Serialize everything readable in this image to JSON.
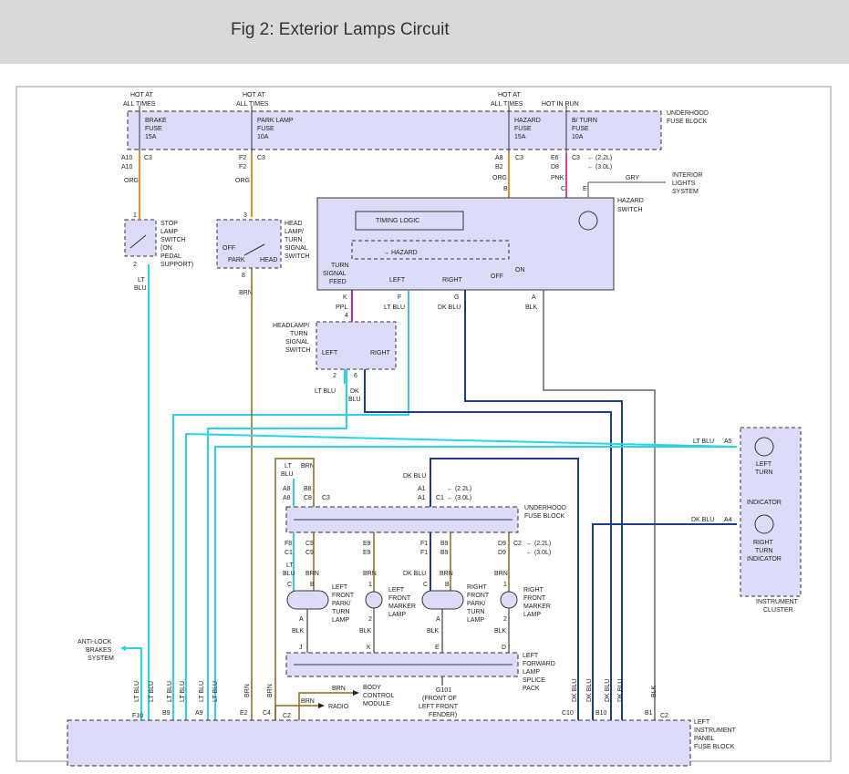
{
  "header": {
    "title": "Fig 2: Exterior Lamps Circuit"
  },
  "colors": {
    "box_fill": "#dcdcf8",
    "wire_org": "#f08c1e",
    "wire_ltblu": "#2ad4e8",
    "wire_dkblu": "#1a3aa0",
    "wire_brn": "#8a6a1a",
    "wire_blk": "#666666",
    "wire_pnk": "#e040a0",
    "wire_ppl": "#c020c0"
  },
  "fuse_block_top": {
    "label": "UNDERHOOD FUSE BLOCK",
    "feeds": [
      {
        "hot": "HOT AT ALL TIMES",
        "fuse": "BRAKE FUSE 15A",
        "pin1": "A10",
        "pin2": "A10",
        "conn": "C3",
        "wire": "ORG"
      },
      {
        "hot": "HOT AT ALL TIMES",
        "fuse": "PARK LAMP FUSE 10A",
        "pin1": "F2",
        "pin2": "F2",
        "conn": "C3",
        "wire": "ORG"
      },
      {
        "hot": "HOT AT ALL TIMES",
        "fuse": "HAZARD FUSE 15A",
        "pin1": "A8",
        "pin2": "B2",
        "conn": "C3",
        "wire": "ORG"
      },
      {
        "hot": "HOT IN RUN",
        "fuse": "B/ TURN FUSE 10A",
        "pin1": "E6",
        "pin2": "D8",
        "conn": "C3",
        "wire": "PNK"
      }
    ],
    "engine_notes": [
      "(2.2L)",
      "(3.0L)"
    ]
  },
  "stop_lamp": {
    "pin_in": "1",
    "pin_out": "2",
    "label": "STOP LAMP SWITCH (ON PEDAL SUPPORT)",
    "wire_out": "LT BLU"
  },
  "headlamp_switch": {
    "pin_in": "3",
    "pin_out": "8",
    "label": "HEAD LAMP/ TURN SIGNAL SWITCH",
    "off": "OFF",
    "park": "PARK",
    "head": "HEAD",
    "wire_out": "BRN"
  },
  "hazard": {
    "label": "HAZARD SWITCH",
    "timing": "TIMING LOGIC",
    "hazard": "HAZARD",
    "turn_feed": "TURN SIGNAL FEED",
    "left": "LEFT",
    "right": "RIGHT",
    "off": "OFF",
    "on": "ON",
    "pins_top": [
      "B",
      "C",
      "E"
    ],
    "gry": "GRY",
    "interior": "INTERIOR LIGHTS SYSTEM",
    "pins_bottom": [
      {
        "pin": "K",
        "wire": "PPL"
      },
      {
        "pin": "F",
        "wire": "LT BLU"
      },
      {
        "pin": "G",
        "wire": "DK BLU"
      },
      {
        "pin": "A",
        "wire": "BLK"
      }
    ]
  },
  "headlamp_turn": {
    "label": "HEADLAMP/ TURN SIGNAL SWITCH",
    "pin_in": "4",
    "left": "LEFT",
    "right": "RIGHT",
    "pin_l": "2",
    "pin_r": "6",
    "wire_l": "LT BLU",
    "wire_r": "DK BLU"
  },
  "cluster": {
    "label": "INSTRUMENT CLUSTER",
    "left_pin": "A5",
    "left_wire": "LT BLU",
    "left_label": "LEFT TURN",
    "indicator": "INDICATOR",
    "right_pin": "A4",
    "right_wire": "DK BLU",
    "right_label": "RIGHT TURN INDICATOR"
  },
  "fuse_block_mid": {
    "label": "UNDERHOOD FUSE BLOCK",
    "top_wires": [
      "LT BLU",
      "BRN",
      "DK BLU"
    ],
    "top_pins_left": [
      "A8",
      "A8",
      "B8",
      "C8",
      "C3"
    ],
    "top_pins_dk": [
      "A1",
      "A1",
      "C1",
      "(2.2L)",
      "(3.0L)"
    ],
    "bottom_pins": [
      "F8 C1",
      "C9 C9",
      "E9 E9",
      "F1 F1",
      "B9 B9",
      "D9 D9"
    ],
    "c2": "C2",
    "notes": [
      "(2.2L)",
      "(3.0L)"
    ]
  },
  "lamps": [
    {
      "label": "LEFT FRONT PARK/ TURN LAMP",
      "wire_a": "LT BLU",
      "wire_b": "BRN",
      "pins": [
        "C",
        "B",
        "A"
      ],
      "ground": "BLK"
    },
    {
      "label": "LEFT FRONT MARKER LAMP",
      "wire_a": "BRN",
      "pins": [
        "1",
        "2"
      ],
      "ground": "BLK"
    },
    {
      "label": "RIGHT FRONT PARK/ TURN LAMP",
      "wire_a": "DK BLU",
      "wire_b": "BRN",
      "pins": [
        "C",
        "B",
        "A"
      ],
      "ground": "BLK"
    },
    {
      "label": "RIGHT FRONT MARKER LAMP",
      "wire_a": "BRN",
      "pins": [
        "1",
        "2"
      ],
      "ground": "BLK"
    }
  ],
  "splice": {
    "label": "LEFT FORWARD LAMP SPLICE PACK",
    "pins": [
      "J",
      "K",
      "E",
      "D"
    ],
    "ground": "G101",
    "ground_note": "(FRONT OF LEFT FRONT FENDER)"
  },
  "abs": "ANTI-LOCK BRAKES SYSTEM",
  "bcm": {
    "wire": "BRN",
    "label": "BODY CONTROL MODULE"
  },
  "radio": {
    "wire": "BRN",
    "label": "RADIO"
  },
  "ip_block": {
    "label": "LEFT INSTRUMENT PANEL FUSE BLOCK",
    "pins": [
      "F10",
      "B9",
      "A9",
      "E2",
      "C4",
      "C2",
      "C10",
      "B10",
      "B1",
      "C2"
    ],
    "vert_wires": [
      "LT BLU",
      "LT BLU",
      "LT BLU",
      "LT BLU",
      "LT BLU",
      "LT BLU",
      "BRN",
      "BRN",
      "DK BLU",
      "DK BLU",
      "DK BLU",
      "DK BLU",
      "BLK"
    ]
  }
}
